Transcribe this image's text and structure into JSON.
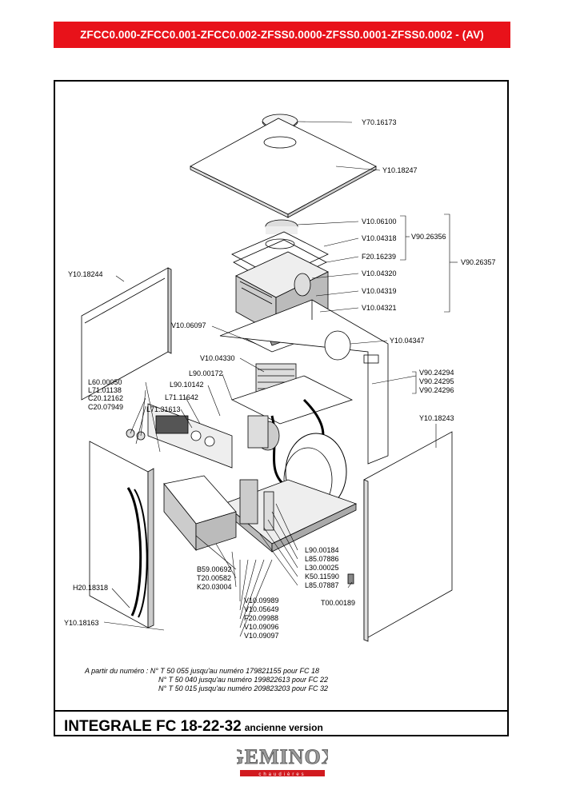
{
  "header": {
    "banner_text": "ZFCC0.000-ZFCC0.001-ZFCC0.002-ZFSS0.0000-ZFSS0.0001-ZFSS0.0002 - (AV)",
    "banner_color": "#e8121a"
  },
  "parts": {
    "y70_16173": "Y70.16173",
    "y10_18247": "Y10.18247",
    "v10_06100": "V10.06100",
    "v10_04318": "V10.04318",
    "v90_26356": "V90.26356",
    "f20_16239": "F20.16239",
    "v90_26357": "V90.26357",
    "v10_04320": "V10.04320",
    "y10_18244": "Y10.18244",
    "v10_04319": "V10.04319",
    "v10_04321": "V10.04321",
    "v10_06097": "V10.06097",
    "y10_04347": "Y10.04347",
    "v10_04330": "V10.04330",
    "v90_24294": "V90.24294",
    "v90_24295": "V90.24295",
    "v90_24296": "V90.24296",
    "l90_00172": "L90.00172",
    "l60_00050": "L60.00050",
    "l90_10142": "L90.10142",
    "l71_01138": "L71.01138",
    "c20_12162": "C20.12162",
    "l71_11642": "L71.11642",
    "c20_07949": "C20.07949",
    "l71_31613": "L71.31613",
    "y10_18243": "Y10.18243",
    "l90_00184": "L90.00184",
    "l85_07886": "L85.07886",
    "b59_00692": "B59.00692",
    "l30_00025": "L30.00025",
    "t20_00582": "T20.00582",
    "k50_11590": "K50.11590",
    "k20_03004": "K20.03004",
    "l85_07887": "L85.07887",
    "h20_18318": "H20.18318",
    "v10_09989": "V10.09989",
    "t00_00189": "T00.00189",
    "v10_05649": "V10.05649",
    "y10_18163": "Y10.18163",
    "f20_09988": "F20.09988",
    "v10_09096": "V10.09096",
    "v10_09097": "V10.09097"
  },
  "notes": {
    "line1": "A partir du numéro : N° T 50 055 jusqu'au numéro 179821155 pour FC 18",
    "line2": "N° T 50 040 jusqu'au numéro 199822613 pour FC 22",
    "line3": "N° T 50 015 jusqu'au numéro 209823203 pour FC 32"
  },
  "footer": {
    "title": "INTEGRALE FC 18-22-32",
    "subtitle": "ancienne version",
    "logo_text": "GEMINOX",
    "logo_tagline": "chaudières"
  }
}
